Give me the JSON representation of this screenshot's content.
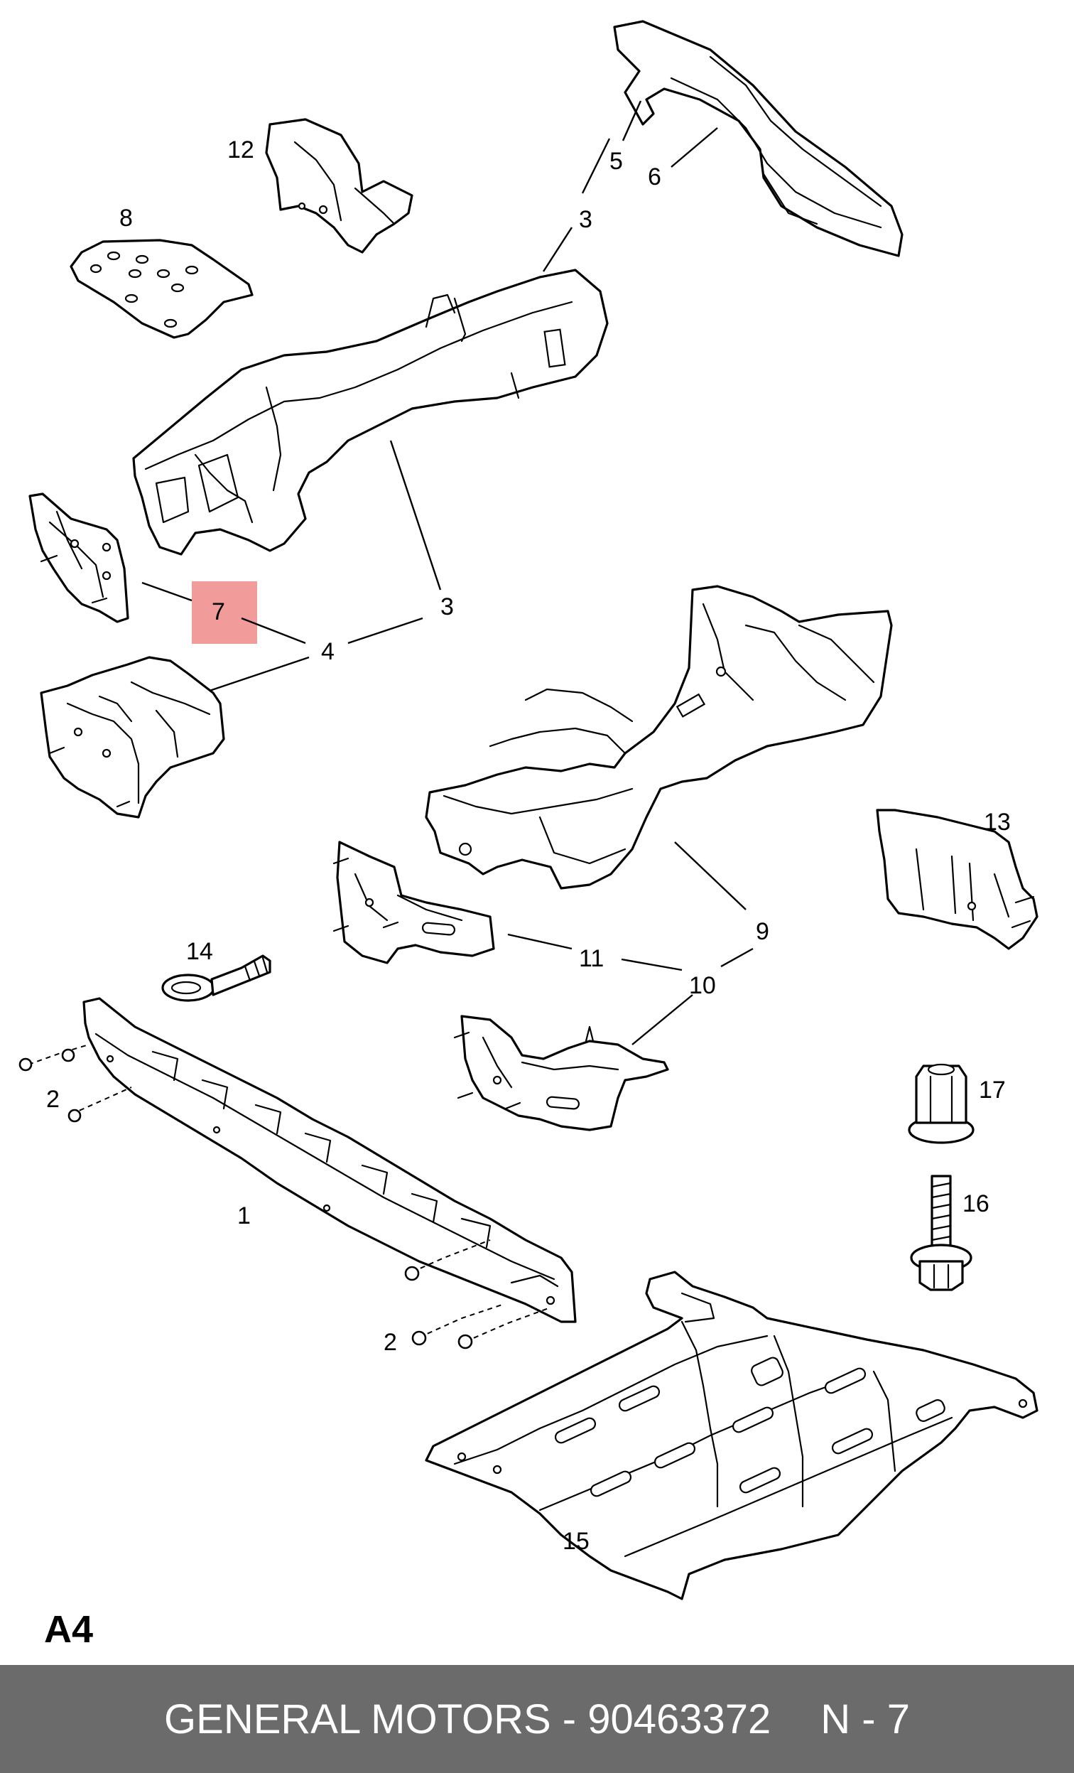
{
  "sheet_label": "A4",
  "footer": {
    "brand_part": "GENERAL MOTORS - 90463372",
    "position": "N - 7"
  },
  "highlight": {
    "part_number": "7",
    "color": "#f08a8a"
  },
  "callouts": [
    "12",
    "8",
    "5",
    "6",
    "3",
    "3",
    "7",
    "4",
    "13",
    "9",
    "11",
    "10",
    "14",
    "17",
    "2",
    "16",
    "1",
    "2",
    "15"
  ],
  "parts": [
    "upper-bracket-12",
    "mount-plate-8",
    "rear-frame-rail-5-6",
    "front-frame-rail-3",
    "side-bracket-7",
    "box-bracket-4",
    "frame-assembly-9",
    "corner-cover-13",
    "mount-bracket-11",
    "mount-bracket-10",
    "tow-eye-14",
    "flange-nut-17",
    "flange-bolt-16",
    "bumper-reinforcement-1",
    "underbody-shield-15",
    "nut-2"
  ]
}
